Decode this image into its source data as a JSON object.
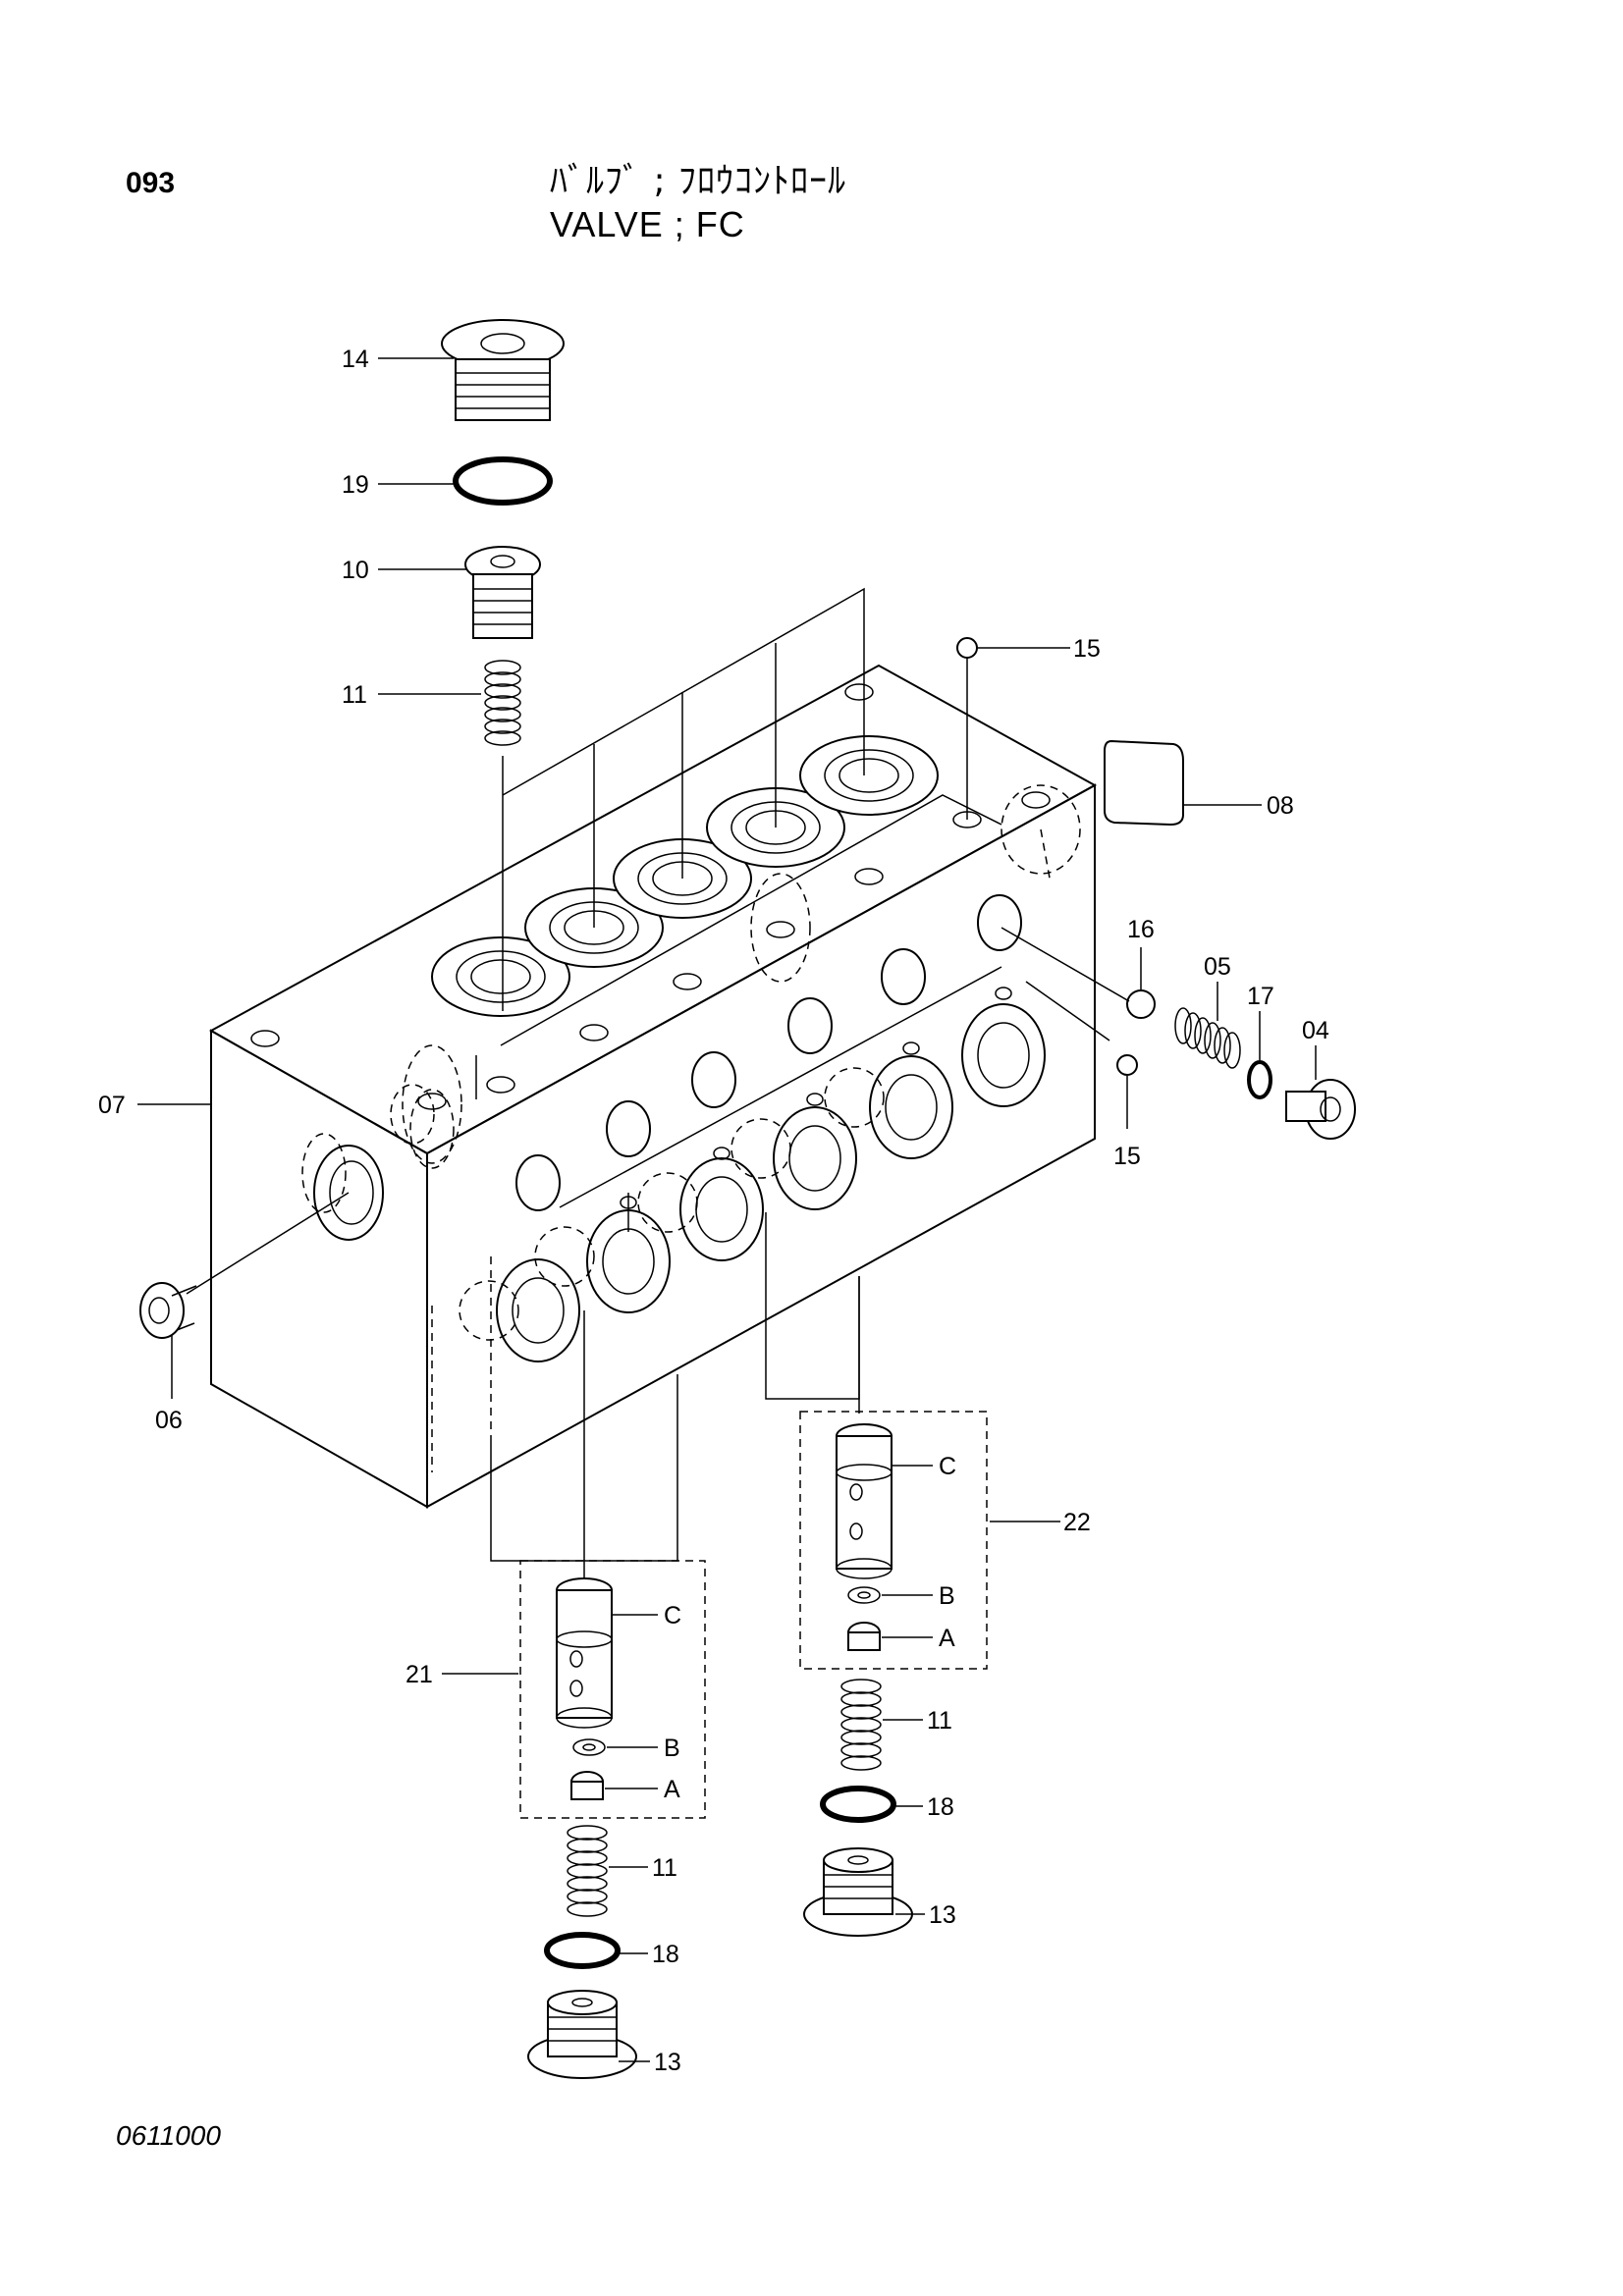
{
  "header": {
    "page_number": "093",
    "title_jp": "ﾊﾞﾙﾌﾞ ; ﾌﾛｳｺﾝﾄﾛｰﾙ",
    "title_en": "VALVE ; FC"
  },
  "footer": {
    "drawing_code": "0611000"
  },
  "callouts": {
    "p04": "04",
    "p05": "05",
    "p06": "06",
    "p07": "07",
    "p08": "08",
    "p10": "10",
    "p11_top": "11",
    "p11_left": "11",
    "p11_right": "11",
    "p13_left": "13",
    "p13_right": "13",
    "p14": "14",
    "p15_top": "15",
    "p15_right": "15",
    "p16": "16",
    "p17": "17",
    "p18_left": "18",
    "p18_right": "18",
    "p19": "19",
    "p21": "21",
    "p22": "22",
    "a_left": "A",
    "b_left": "B",
    "c_left": "C",
    "a_right": "A",
    "b_right": "B",
    "c_right": "C"
  }
}
